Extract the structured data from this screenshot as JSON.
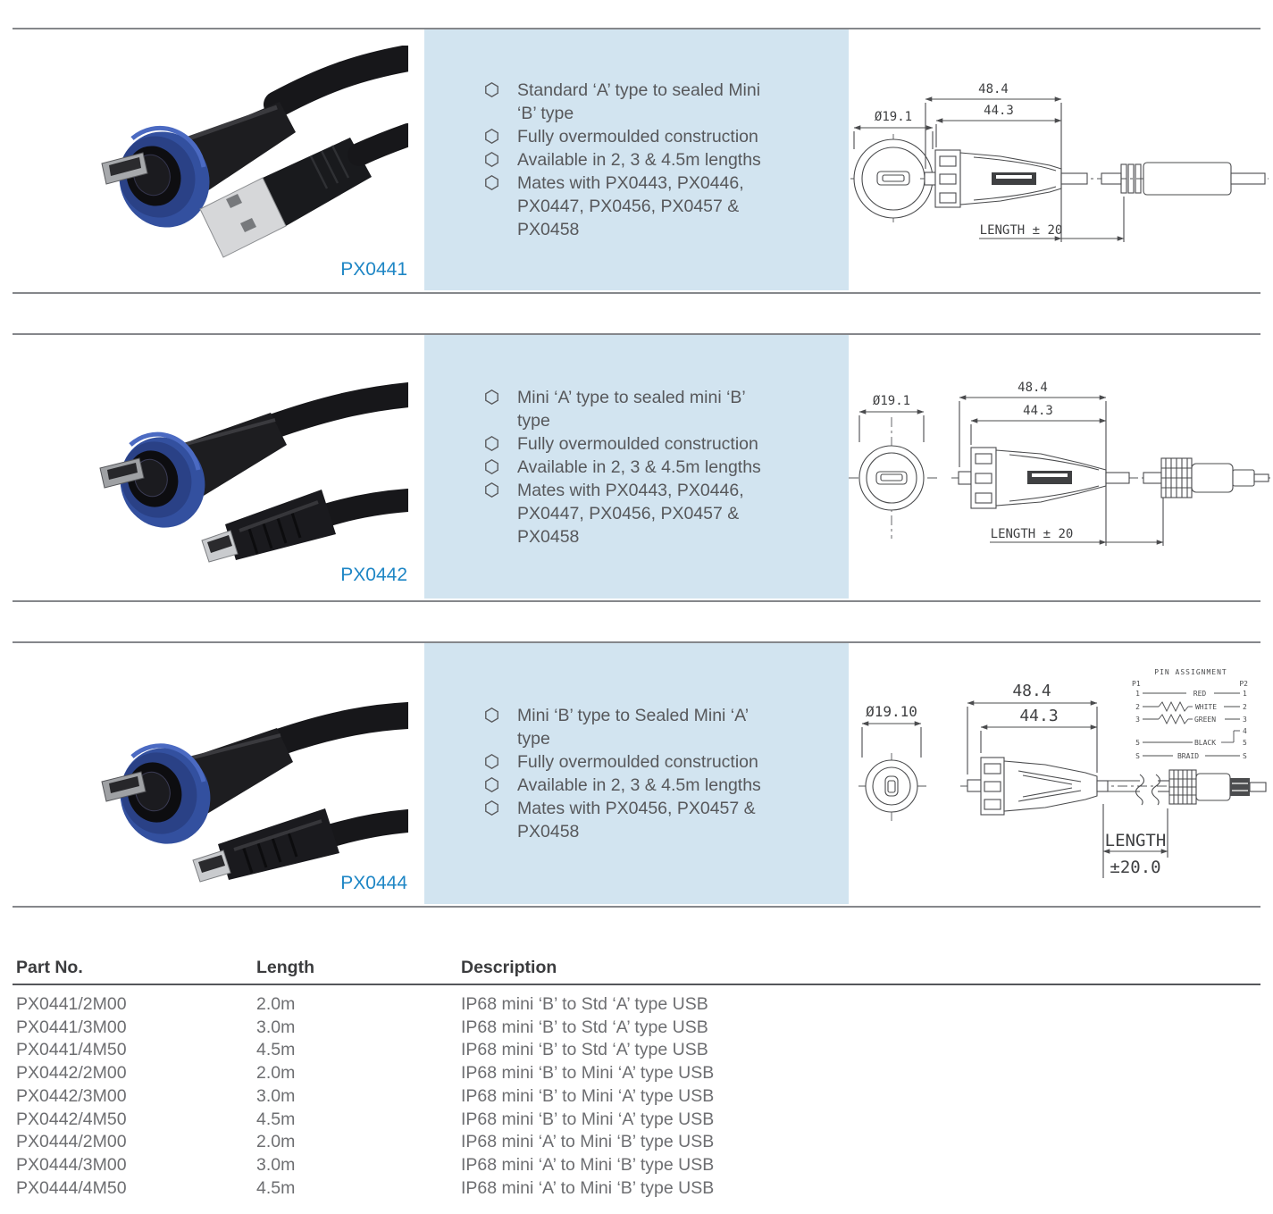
{
  "colors": {
    "panel_blue": "#d2e4f0",
    "accent_blue": "#1e86c5",
    "feature_text_gray": "#57585b",
    "table_text_gray": "#6d6e71",
    "header_text_dark": "#3b3c3e",
    "rule_gray": "#85878b",
    "drawing_line": "#4b4c4e",
    "photo_ring_blue": "#33509f"
  },
  "products": [
    {
      "part_label": "PX0441",
      "features": [
        "Standard ‘A’ type to sealed Mini\n‘B’ type",
        "Fully overmoulded construction",
        "Available in 2, 3 & 4.5m lengths",
        "Mates with PX0443, PX0446,\nPX0447, PX0456, PX0457 &\nPX0458"
      ],
      "drawing": {
        "diameter": "Ø19.1",
        "dim_overall": "48.4",
        "dim_body": "44.3",
        "length_label": "LENGTH ± 20"
      }
    },
    {
      "part_label": "PX0442",
      "features": [
        "Mini ‘A’ type to sealed mini ‘B’\ntype",
        "Fully overmoulded construction",
        "Available in 2, 3 & 4.5m lengths",
        "Mates with PX0443, PX0446,\nPX0447, PX0456, PX0457 &\nPX0458"
      ],
      "drawing": {
        "diameter": "Ø19.1",
        "dim_overall": "48.4",
        "dim_body": "44.3",
        "length_label": "LENGTH ± 20"
      }
    },
    {
      "part_label": "PX0444",
      "features": [
        "Mini ‘B’ type to Sealed Mini ‘A’\ntype",
        "Fully overmoulded construction",
        "Available in 2, 3 & 4.5m lengths",
        "Mates with PX0456, PX0457 &\nPX0458"
      ],
      "drawing": {
        "diameter": "Ø19.10",
        "dim_overall": "48.4",
        "dim_body": "44.3",
        "length_label": "LENGTH",
        "length_tolerance": "±20.0"
      }
    }
  ],
  "pin_assignment": {
    "title": "PIN ASSIGNMENT",
    "left_header": "P1",
    "right_header": "P2",
    "rows": [
      {
        "left": "1",
        "wire": "RED",
        "right": "1"
      },
      {
        "left": "2",
        "wire": "WHITE",
        "right": "2"
      },
      {
        "left": "3",
        "wire": "GREEN",
        "right": "3"
      },
      {
        "left": "",
        "wire": "",
        "right": "4"
      },
      {
        "left": "5",
        "wire": "BLACK",
        "right": "5"
      },
      {
        "left": "S",
        "wire": "BRAID",
        "right": "S"
      }
    ]
  },
  "table": {
    "headers": [
      "Part No.",
      "Length",
      "Description"
    ],
    "rows": [
      [
        "PX0441/2M00",
        "2.0m",
        "IP68 mini ‘B’ to Std ‘A’ type USB"
      ],
      [
        "PX0441/3M00",
        "3.0m",
        "IP68 mini ‘B’ to Std ‘A’ type USB"
      ],
      [
        "PX0441/4M50",
        "4.5m",
        "IP68 mini ‘B’ to Std ‘A’ type USB"
      ],
      [
        "PX0442/2M00",
        "2.0m",
        "IP68 mini ‘B’ to Mini ‘A’ type USB"
      ],
      [
        "PX0442/3M00",
        "3.0m",
        "IP68 mini ‘B’ to Mini ‘A’ type USB"
      ],
      [
        "PX0442/4M50",
        "4.5m",
        "IP68 mini ‘B’ to Mini ‘A’ type USB"
      ],
      [
        "PX0444/2M00",
        "2.0m",
        "IP68 mini ‘A’ to Mini ‘B’ type USB"
      ],
      [
        "PX0444/3M00",
        "3.0m",
        "IP68 mini ‘A’ to Mini ‘B’ type USB"
      ],
      [
        "PX0444/4M50",
        "4.5m",
        "IP68 mini ‘A’ to Mini ‘B’ type USB"
      ]
    ]
  }
}
